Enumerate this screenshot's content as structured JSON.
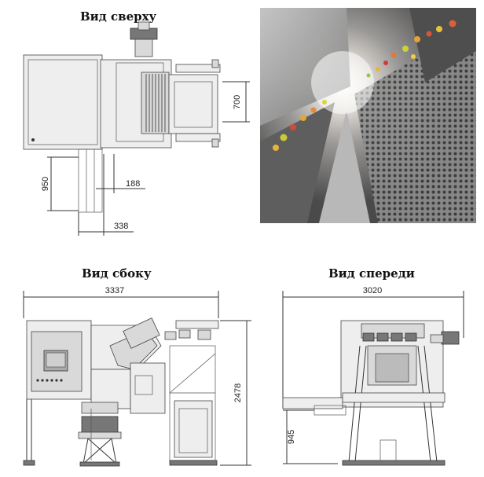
{
  "views": {
    "top": {
      "title": "Вид сверху"
    },
    "side": {
      "title": "Вид сбоку"
    },
    "front": {
      "title": "Вид спереди"
    }
  },
  "dimensions": {
    "d700": "700",
    "d950": "950",
    "d188": "188",
    "d338": "338",
    "d3337": "3337",
    "d2478": "2478",
    "d3020": "3020",
    "d945": "945"
  }
}
